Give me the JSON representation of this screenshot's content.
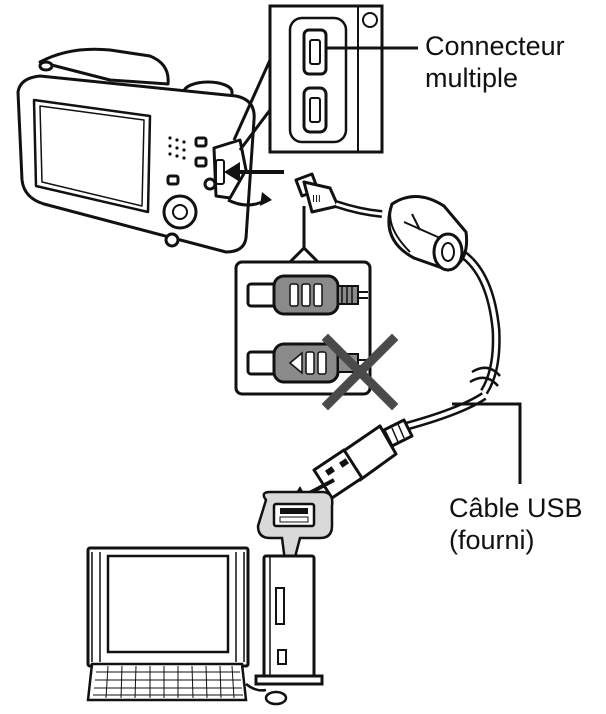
{
  "labels": {
    "connector_line1": "Connecteur",
    "connector_line2": "multiple",
    "usb_line1": "Câble USB",
    "usb_line2": "(fourni)"
  },
  "colors": {
    "line": "#111111",
    "gray": "#8a8a8a",
    "light_gray": "#d9d9d9",
    "cross": "#4a4a4a"
  },
  "icons": [
    "camera-icon",
    "usb-cable-icon",
    "ferrite-core-icon",
    "usb-a-plug-icon",
    "computer-monitor-icon",
    "computer-tower-icon",
    "keyboard-icon",
    "mouse-icon",
    "cross-icon"
  ]
}
